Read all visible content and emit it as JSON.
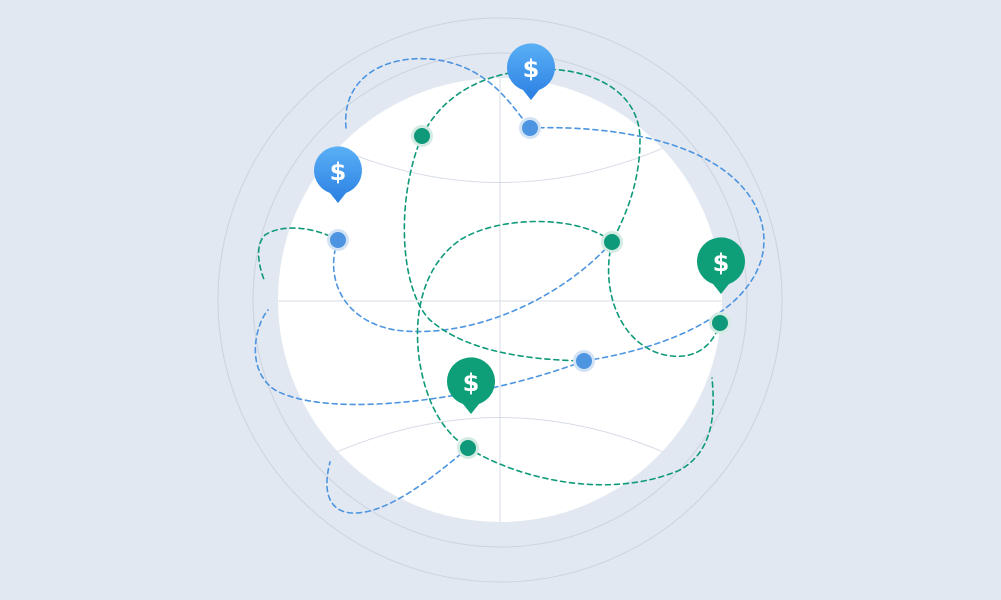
{
  "colors": {
    "background": "#e2e8f1",
    "globe_fill": "#ffffff",
    "orbit_stroke": "#cbd3df",
    "grid_stroke": "#d6dce5",
    "blue_route": "#4d95e0",
    "green_route": "#0e9a7a",
    "blue_pin_top": "#5ab0f6",
    "blue_pin_bottom": "#2a7fe2",
    "green_pin": "#0e9f79",
    "node_halo": "#d3e3f6"
  },
  "pins": [
    {
      "id": "pin-top",
      "color": "blue",
      "icon": "dollar-icon",
      "glyph": "$"
    },
    {
      "id": "pin-left",
      "color": "blue",
      "icon": "dollar-icon",
      "glyph": "$"
    },
    {
      "id": "pin-right",
      "color": "green",
      "icon": "dollar-icon",
      "glyph": "$"
    },
    {
      "id": "pin-bottom",
      "color": "green",
      "icon": "dollar-icon",
      "glyph": "$"
    }
  ],
  "nodes": [
    {
      "id": "node-1",
      "color": "blue"
    },
    {
      "id": "node-2",
      "color": "blue"
    },
    {
      "id": "node-3",
      "color": "blue"
    },
    {
      "id": "node-4",
      "color": "green"
    },
    {
      "id": "node-5",
      "color": "green"
    },
    {
      "id": "node-6",
      "color": "green"
    },
    {
      "id": "node-7",
      "color": "green"
    }
  ]
}
